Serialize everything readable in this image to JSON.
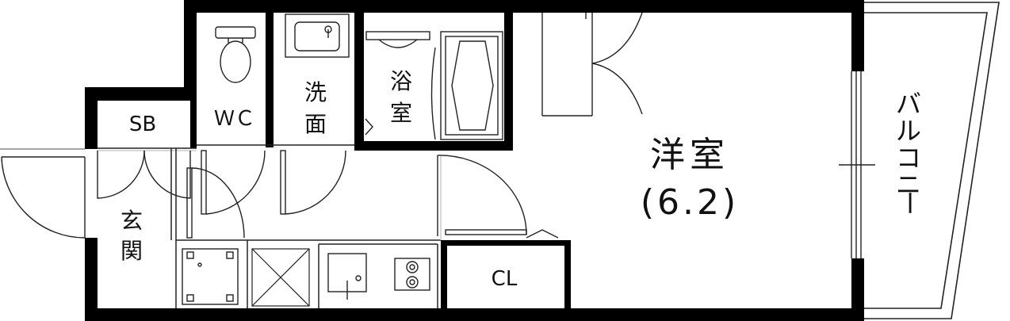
{
  "rooms": {
    "sb": "SB",
    "wc": "ＷＣ",
    "senmen_1": "洗",
    "senmen_2": "面",
    "yokushitsu_1": "浴",
    "yokushitsu_2": "室",
    "genkan_1": "玄",
    "genkan_2": "関",
    "youshitsu": "洋室",
    "youshitsu_size": "(6.2)",
    "cl": "CL",
    "balcony_1": "バ",
    "balcony_2": "ル",
    "balcony_3": "コ",
    "balcony_4": "ニ",
    "balcony_5": "ー"
  },
  "colors": {
    "wall": "#000000",
    "line": "#222222",
    "background": "#ffffff"
  }
}
